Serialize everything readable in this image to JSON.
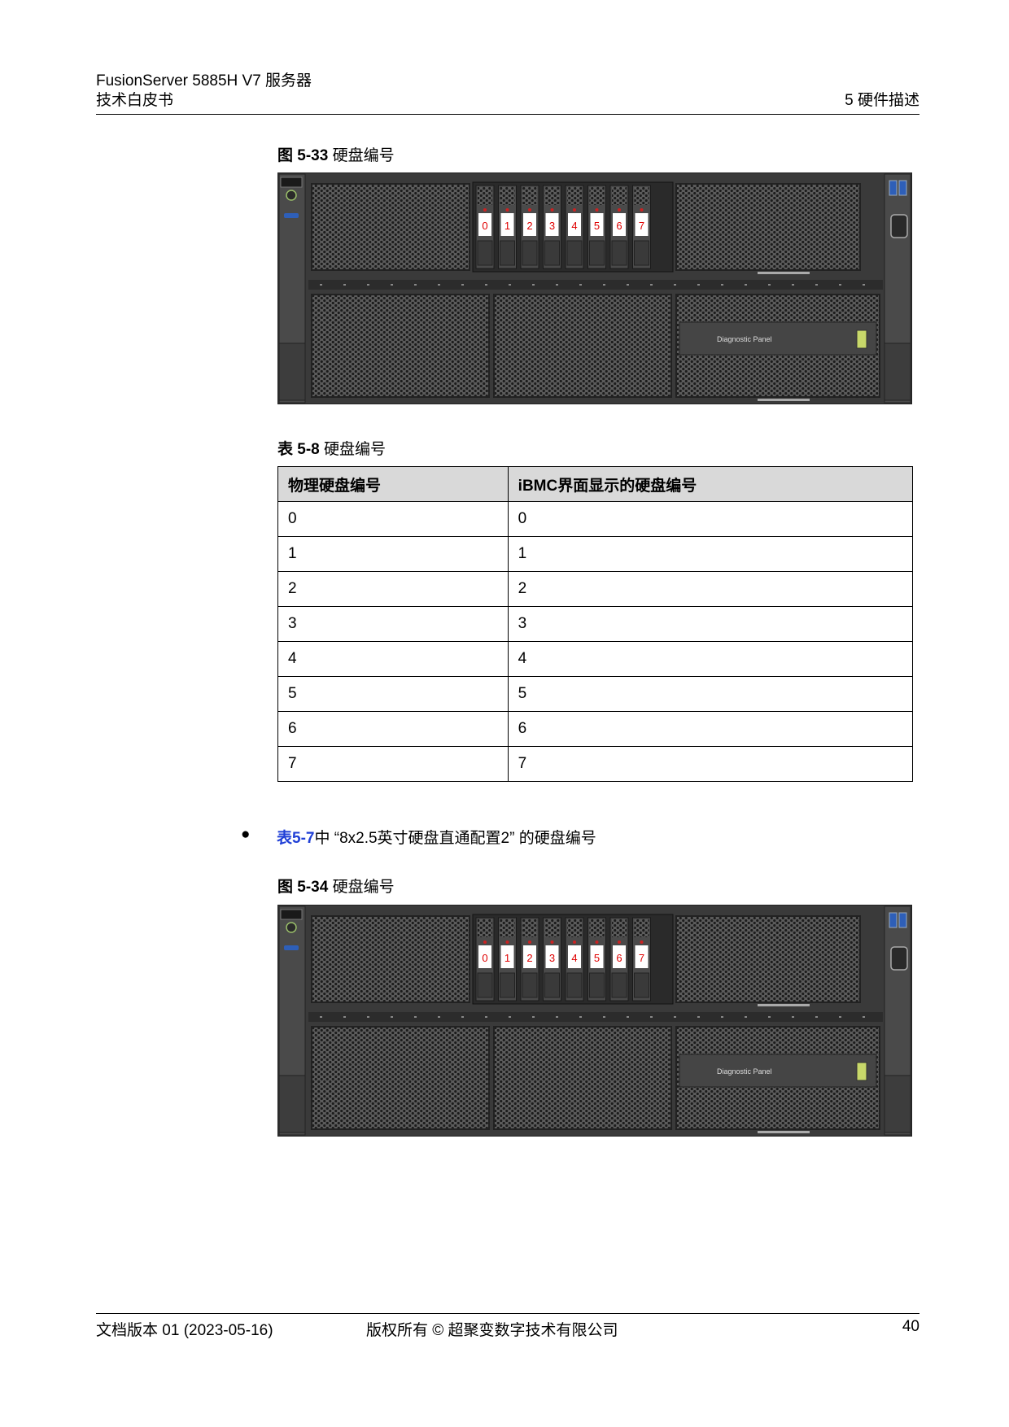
{
  "header": {
    "product": "FusionServer 5885H V7 服务器",
    "doc_type": "技术白皮书",
    "chapter": "5 硬件描述"
  },
  "figure1": {
    "label": "图 5-33",
    "title": "硬盘编号"
  },
  "server_image": {
    "slot_labels": [
      "0",
      "1",
      "2",
      "3",
      "4",
      "5",
      "6",
      "7"
    ],
    "panel_label": "Diagnostic Panel",
    "colors": {
      "chassis": "#3a3a3a",
      "mesh": "#1c1c1c",
      "slot_label_text": "#e00000",
      "led": "#c8d86a"
    }
  },
  "table": {
    "label": "表 5-8",
    "title": "硬盘编号",
    "headers": [
      "物理硬盘编号",
      "iBMC界面显示的硬盘编号"
    ],
    "rows": [
      [
        "0",
        "0"
      ],
      [
        "1",
        "1"
      ],
      [
        "2",
        "2"
      ],
      [
        "3",
        "3"
      ],
      [
        "4",
        "4"
      ],
      [
        "5",
        "5"
      ],
      [
        "6",
        "6"
      ],
      [
        "7",
        "7"
      ]
    ]
  },
  "bullet": {
    "symbol": "●",
    "link": "表5-7",
    "text": "中 “8x2.5英寸硬盘直通配置2” 的硬盘编号"
  },
  "figure2": {
    "label": "图 5-34",
    "title": "硬盘编号"
  },
  "footer": {
    "version": "文档版本 01 (2023-05-16)",
    "copyright": "版权所有 © 超聚变数字技术有限公司",
    "page": "40"
  }
}
